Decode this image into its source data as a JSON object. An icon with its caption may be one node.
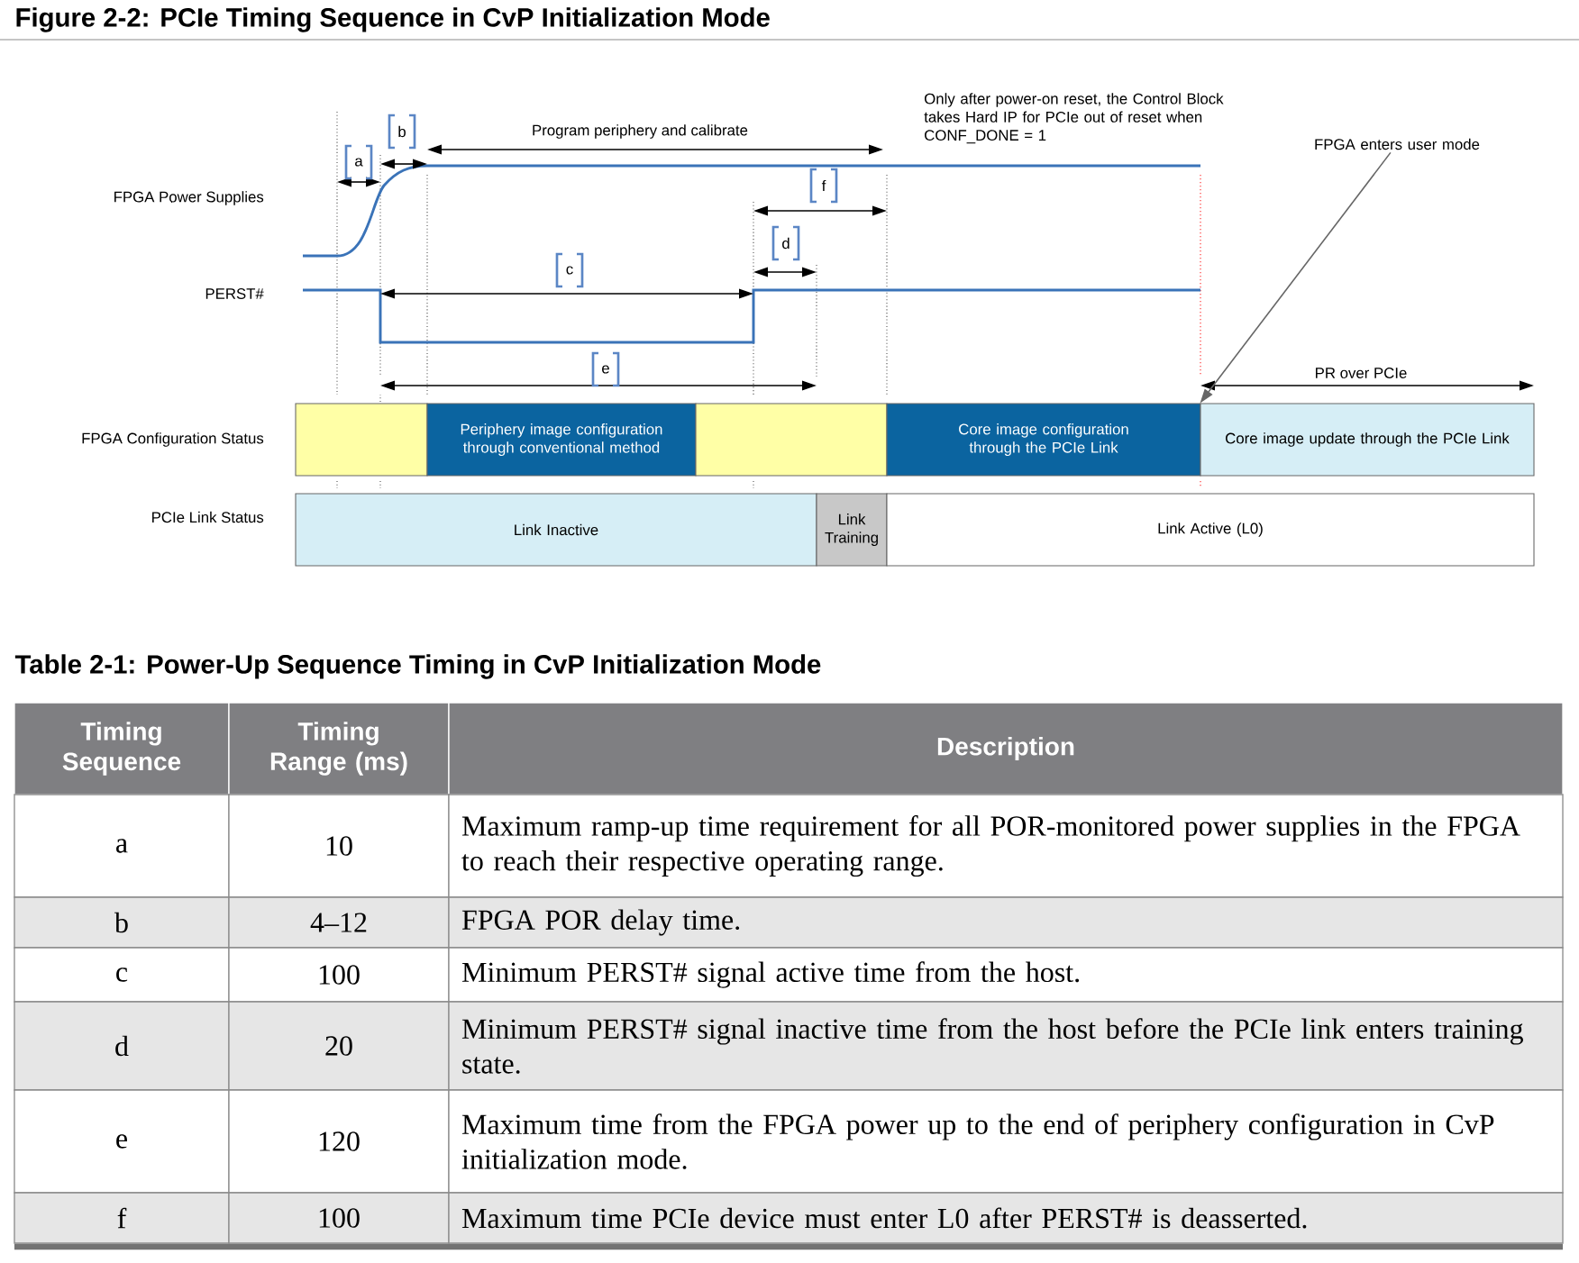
{
  "diagram": {
    "title": "Figure 2-2: PCIe Timing Sequence in CvP Initialization Mode",
    "nodes": [
      {
        "text": [
          "FPGA enters user mode"
        ]
      },
      {
        "text": [],
        "shape": "box"
      },
      {
        "text": [
          "Periphery image configuration through conventional method"
        ]
      },
      {
        "text": [],
        "shape": "box"
      },
      {
        "text": [
          "Core image configuration through the PCIe Link"
        ]
      },
      {
        "text": [
          "Core image update through the PCIe Link"
        ]
      },
      {
        "text": [
          "Link Inactive"
        ]
      },
      {
        "text": [
          "Link Training"
        ]
      },
      {
        "text": [
          "Link Active (L0)"
        ]
      }
    ],
    "edges": [
      {
        "from": 0,
        "to": 5,
        "arrow": "to"
      }
    ],
    "labels": [
      "Only after power-on reset, the Control Block takes Hard IP for PCIe out of reset when CONF_DONE = 1",
      "b",
      "Program periphery and calibrate",
      "a",
      "FPGA Power Supplies",
      "f",
      "d",
      "c",
      "PERST#",
      "e",
      "PR over PCIe",
      "FPGA Configuration Status",
      "PCIe Link Status",
      "Table 2-1: Power-Up Sequence Timing in CvP Initialization Mode",
      "Timing Sequence",
      "Timing Range (ms)",
      "Description",
      "a",
      "10",
      "Maximum ramp-up time requirement for all POR-monitored power supplies in the FPGA to reach their respective operating range.",
      "b",
      "4–12",
      "FPGA POR delay time.",
      "c",
      "100",
      "Minimum PERST# signal active time from the host.",
      "d",
      "20",
      "Minimum PERST# signal inactive time from the host before the PCIe link enters training state.",
      "e",
      "120",
      "Maximum time from the FPGA power up to the end of periphery configuration in CvP initialization mode.",
      "f",
      "100",
      "Maximum time PCIe device must enter L0 after PERST# is deasserted."
    ]
  }
}
